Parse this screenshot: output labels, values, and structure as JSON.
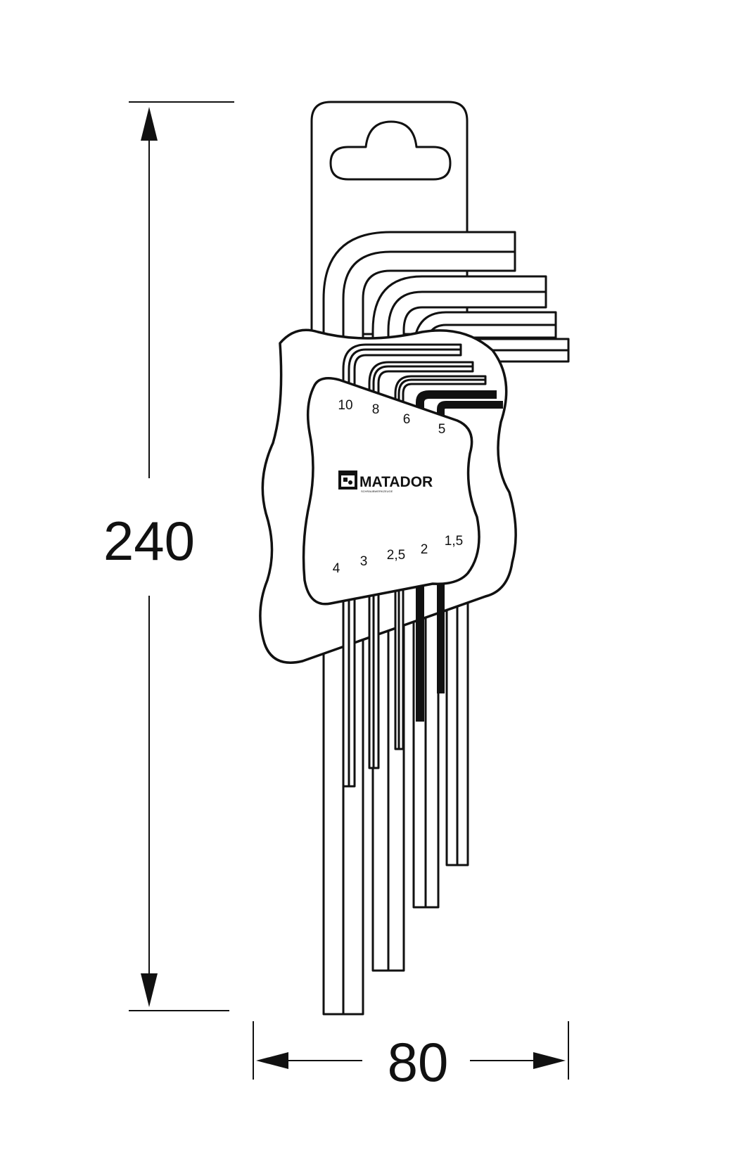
{
  "dimensions": {
    "height_label": "240",
    "width_label": "80"
  },
  "brand": {
    "name": "MATADOR",
    "tagline": "SCHRAUBWERKZEUGE"
  },
  "sizes_top": [
    "10",
    "8",
    "6",
    "5"
  ],
  "sizes_bottom": [
    "4",
    "3",
    "2,5",
    "2",
    "1,5"
  ],
  "colors": {
    "line": "#111111",
    "background": "#ffffff"
  }
}
